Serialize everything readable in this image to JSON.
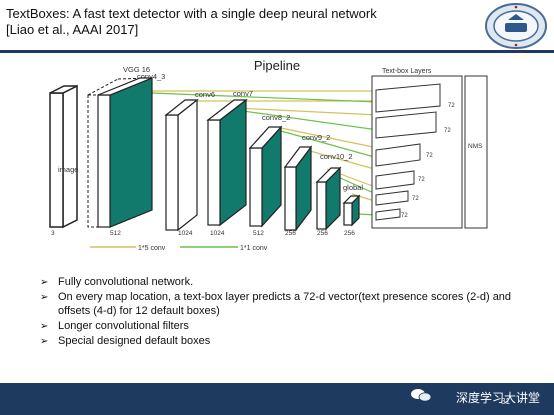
{
  "title": {
    "line1": "TextBoxes: A fast text detector with a single deep neural network",
    "line2": "[Liao et al., AAAI 2017]"
  },
  "diagram": {
    "heading": "Pipeline",
    "textbox_layers_label": "Text-box Layers",
    "nms_label": "NMS",
    "image_label": "image",
    "vgg_label": "VGG 16",
    "layer_labels": [
      "conv4_3",
      "conv6",
      "conv7",
      "conv8_2",
      "conv9_2",
      "conv10_2",
      "global"
    ],
    "channel_labels": [
      "3",
      "512",
      "1024",
      "1024",
      "512",
      "256",
      "256",
      "256"
    ],
    "box_labels": [
      "72",
      "72",
      "72",
      "72",
      "72",
      "72"
    ],
    "legend": {
      "conv15": "1*5 conv",
      "conv11": "1*1 conv"
    },
    "colors": {
      "teal": "#127a6c",
      "yellow_line": "#d4c25a",
      "green_line": "#6cc24a"
    }
  },
  "bullets": [
    "Fully convolutional network.",
    "On every map location, a text-box layer predicts a 72-d vector(text presence scores (2-d) and offsets (4-d) for 12 default boxes)",
    "Longer convolutional filters",
    "Special designed default boxes"
  ],
  "footer": {
    "text": "深度学习大讲堂",
    "page": "31",
    "color": "#1f3a5f"
  }
}
